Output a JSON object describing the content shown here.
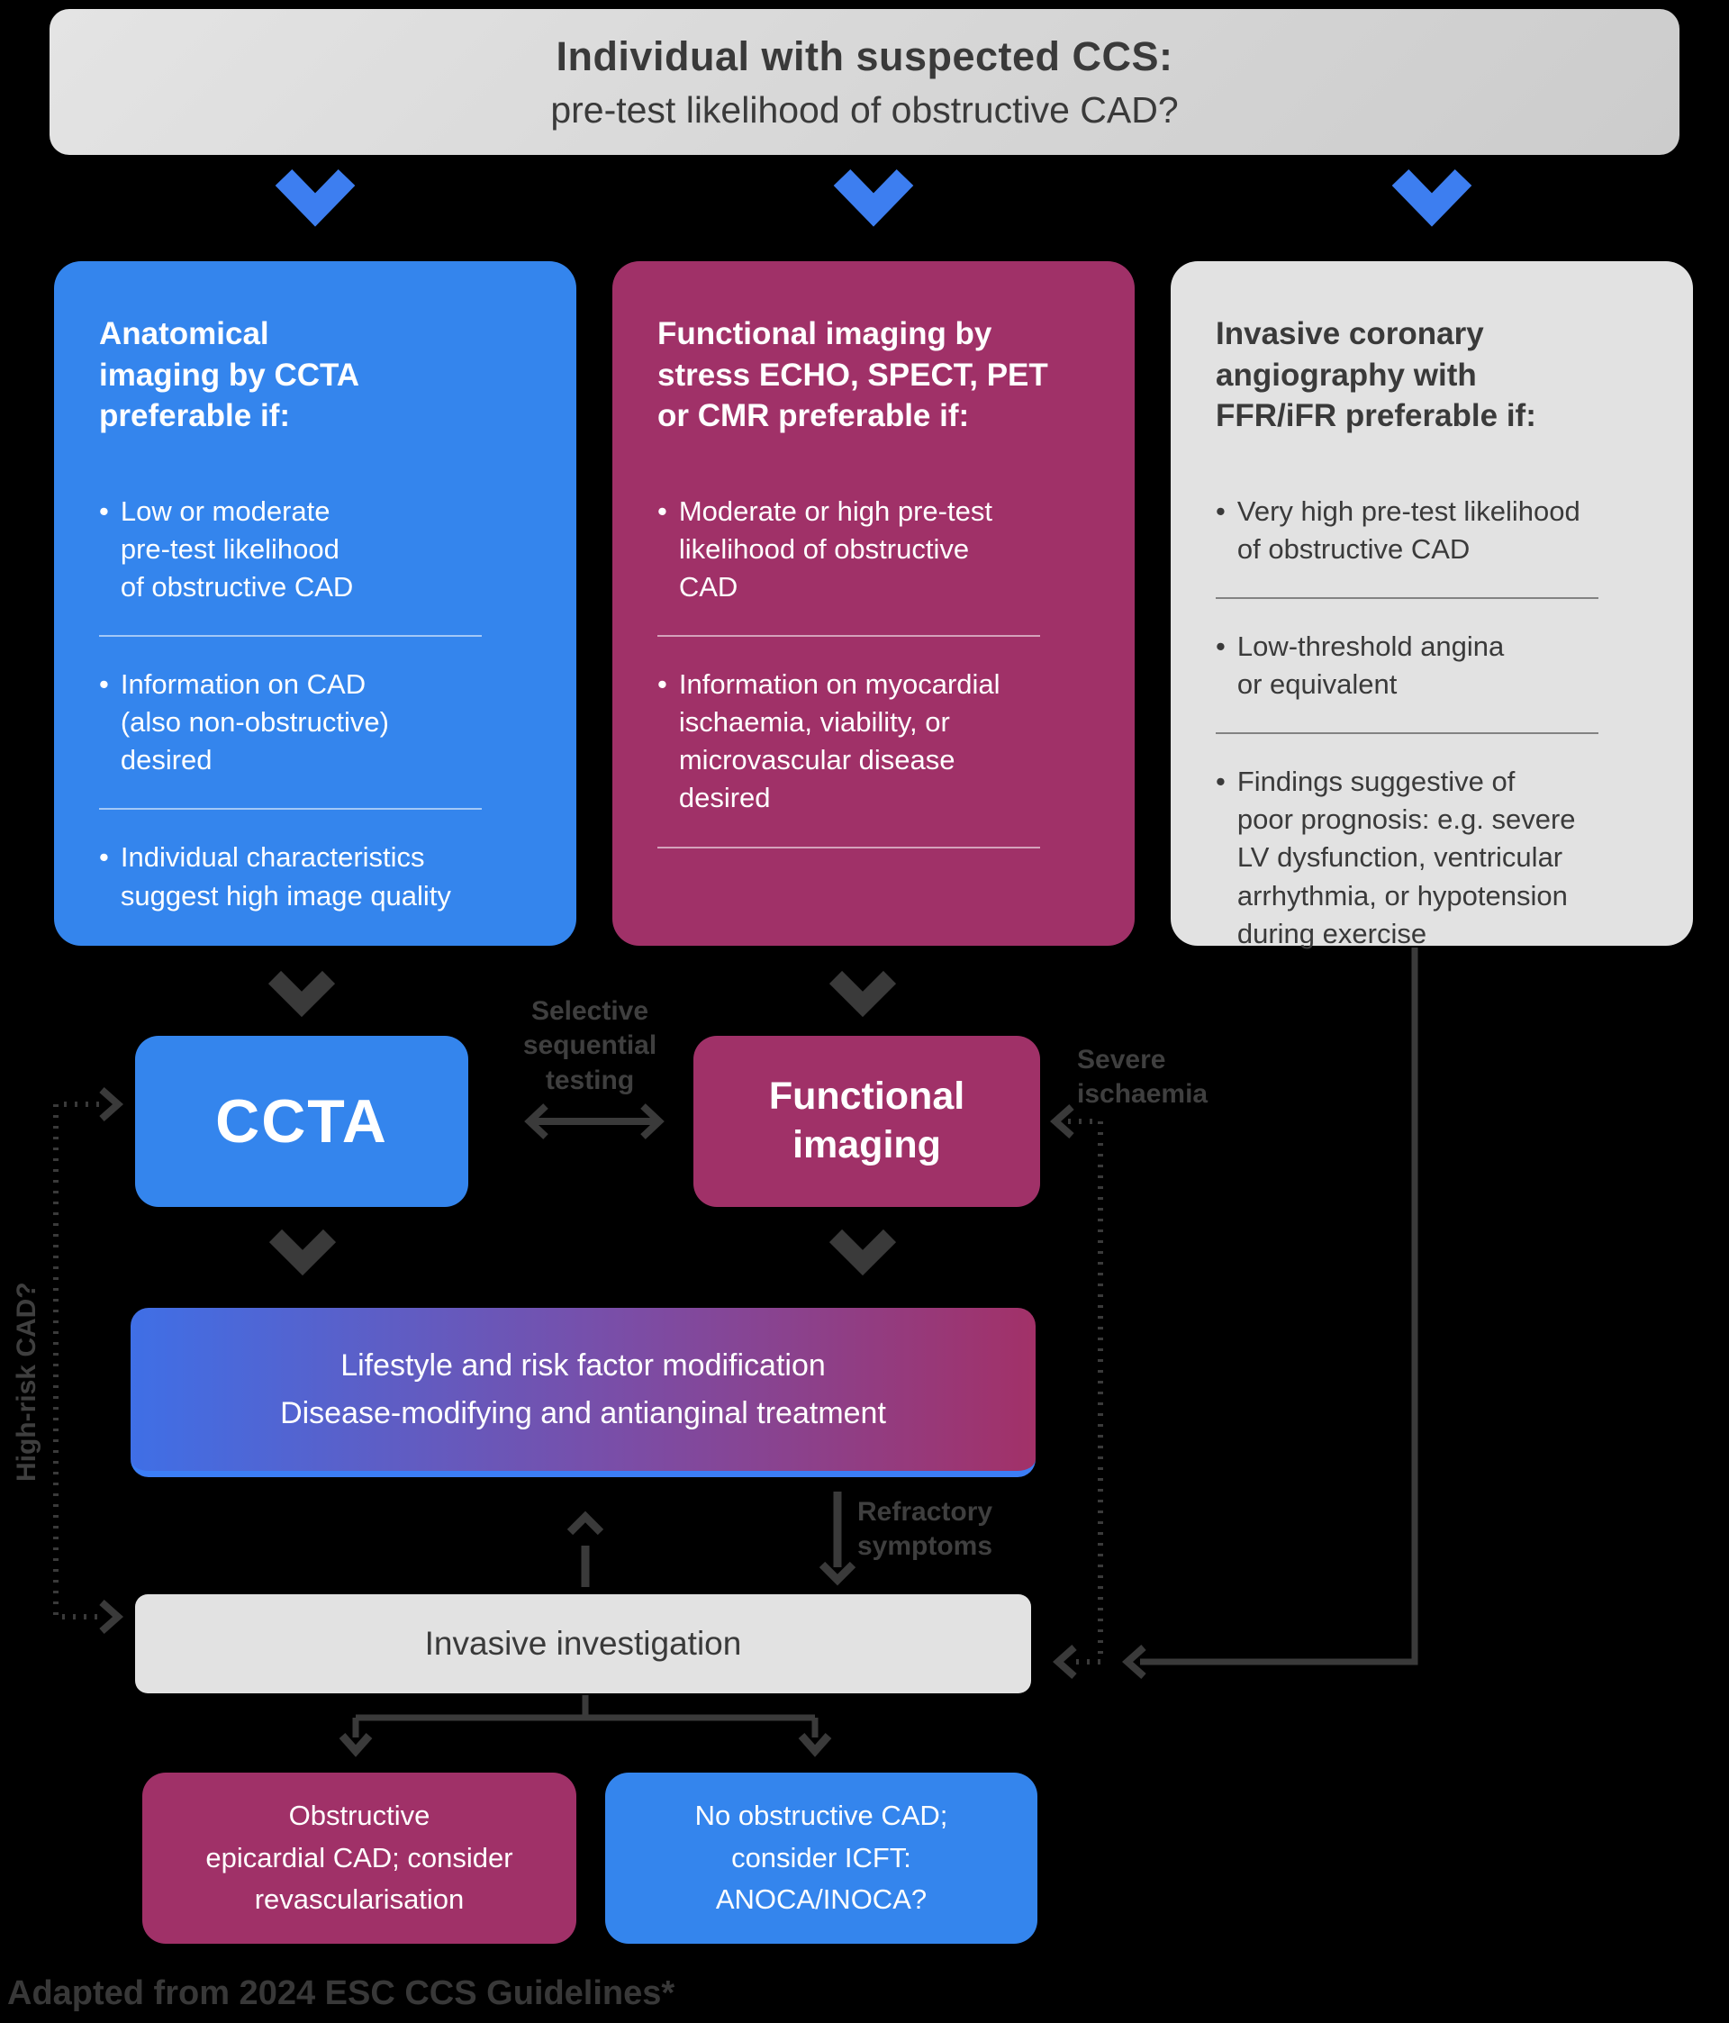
{
  "header": {
    "line1": "Individual with suspected CCS:",
    "line2": "pre-test likelihood of obstructive CAD?"
  },
  "cards": [
    {
      "heading": "Anatomical\nimaging by CCTA\npreferable if:",
      "bullets": [
        "Low or moderate\npre-test likelihood\nof obstructive CAD",
        "Information on CAD\n(also non-obstructive)\ndesired",
        "Individual characteristics\nsuggest high image quality"
      ]
    },
    {
      "heading": "Functional imaging by\nstress ECHO, SPECT, PET\nor CMR preferable if:",
      "bullets": [
        "Moderate or high pre-test\nlikelihood of obstructive\nCAD",
        "Information on myocardial\nischaemia, viability, or\nmicrovascular disease\ndesired"
      ]
    },
    {
      "heading": "Invasive coronary\nangiography with\nFFR/iFR preferable if:",
      "bullets": [
        "Very high pre-test likelihood\nof obstructive CAD",
        "Low-threshold angina\nor equivalent",
        "Findings suggestive of\npoor prognosis: e.g. severe\nLV dysfunction, ventricular\narrhythmia, or hypotension\nduring exercise"
      ]
    }
  ],
  "nodes": {
    "ccta": "CCTA",
    "functional_imaging": "Functional\nimaging",
    "lifestyle": "Lifestyle and risk factor modification\nDisease-modifying and antianginal treatment",
    "invasive_investigation": "Invasive investigation",
    "obstructive": "Obstructive\nepicardial CAD; consider\nrevascularisation",
    "no_obstructive": "No obstructive CAD;\nconsider ICFT:\nANOCA/INOCA?"
  },
  "edge_labels": {
    "selective": "Selective\nsequential\ntesting",
    "severe": "Severe\nischaemia",
    "refractory": "Refractory\nsymptoms",
    "high_risk": "High-risk CAD?"
  },
  "footer": {
    "text": "Adapted from 2024 ESC CCS Guidelines*"
  },
  "colors": {
    "background": "#000000",
    "blue": "#3485ed",
    "magenta": "#a03168",
    "light_gray": "#e2e2e2",
    "arrow_blue": "#3d7ef0",
    "line_gray": "#3a3a3a",
    "lifestyle_gradient_left": "#3f6fe6",
    "lifestyle_gradient_right": "#a23168",
    "lifestyle_bottom_border": "#3c7ef5"
  }
}
